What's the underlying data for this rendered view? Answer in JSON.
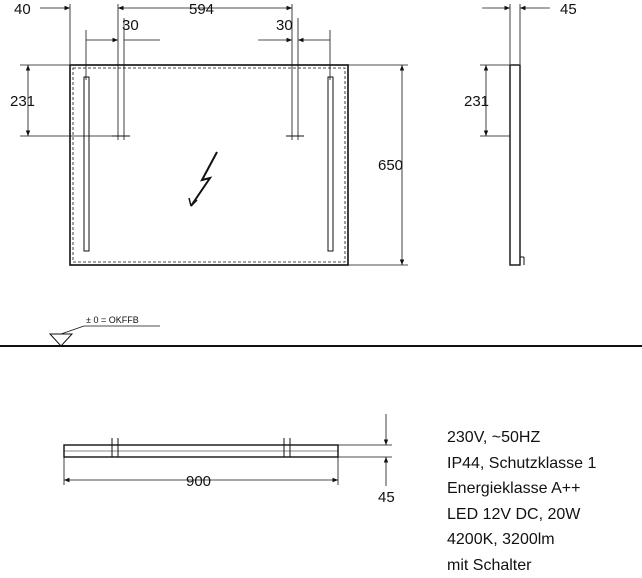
{
  "front_view": {
    "dim_left_offset": "40",
    "dim_width_between_lights": "594",
    "dim_light_offset_left": "30",
    "dim_light_offset_right": "30",
    "dim_height_to_light": "231",
    "dim_height": "650"
  },
  "side_view": {
    "dim_depth": "45",
    "dim_height_to_light": "231"
  },
  "floor": {
    "reference_label": "± 0 = OKFFB"
  },
  "top_view": {
    "dim_width": "900",
    "dim_depth": "45"
  },
  "specs": [
    "230V, ~50HZ",
    "IP44, Schutzklasse 1",
    "Energieklasse A++",
    "LED 12V DC, 20W",
    "4200K, 3200lm",
    "mit Schalter"
  ]
}
